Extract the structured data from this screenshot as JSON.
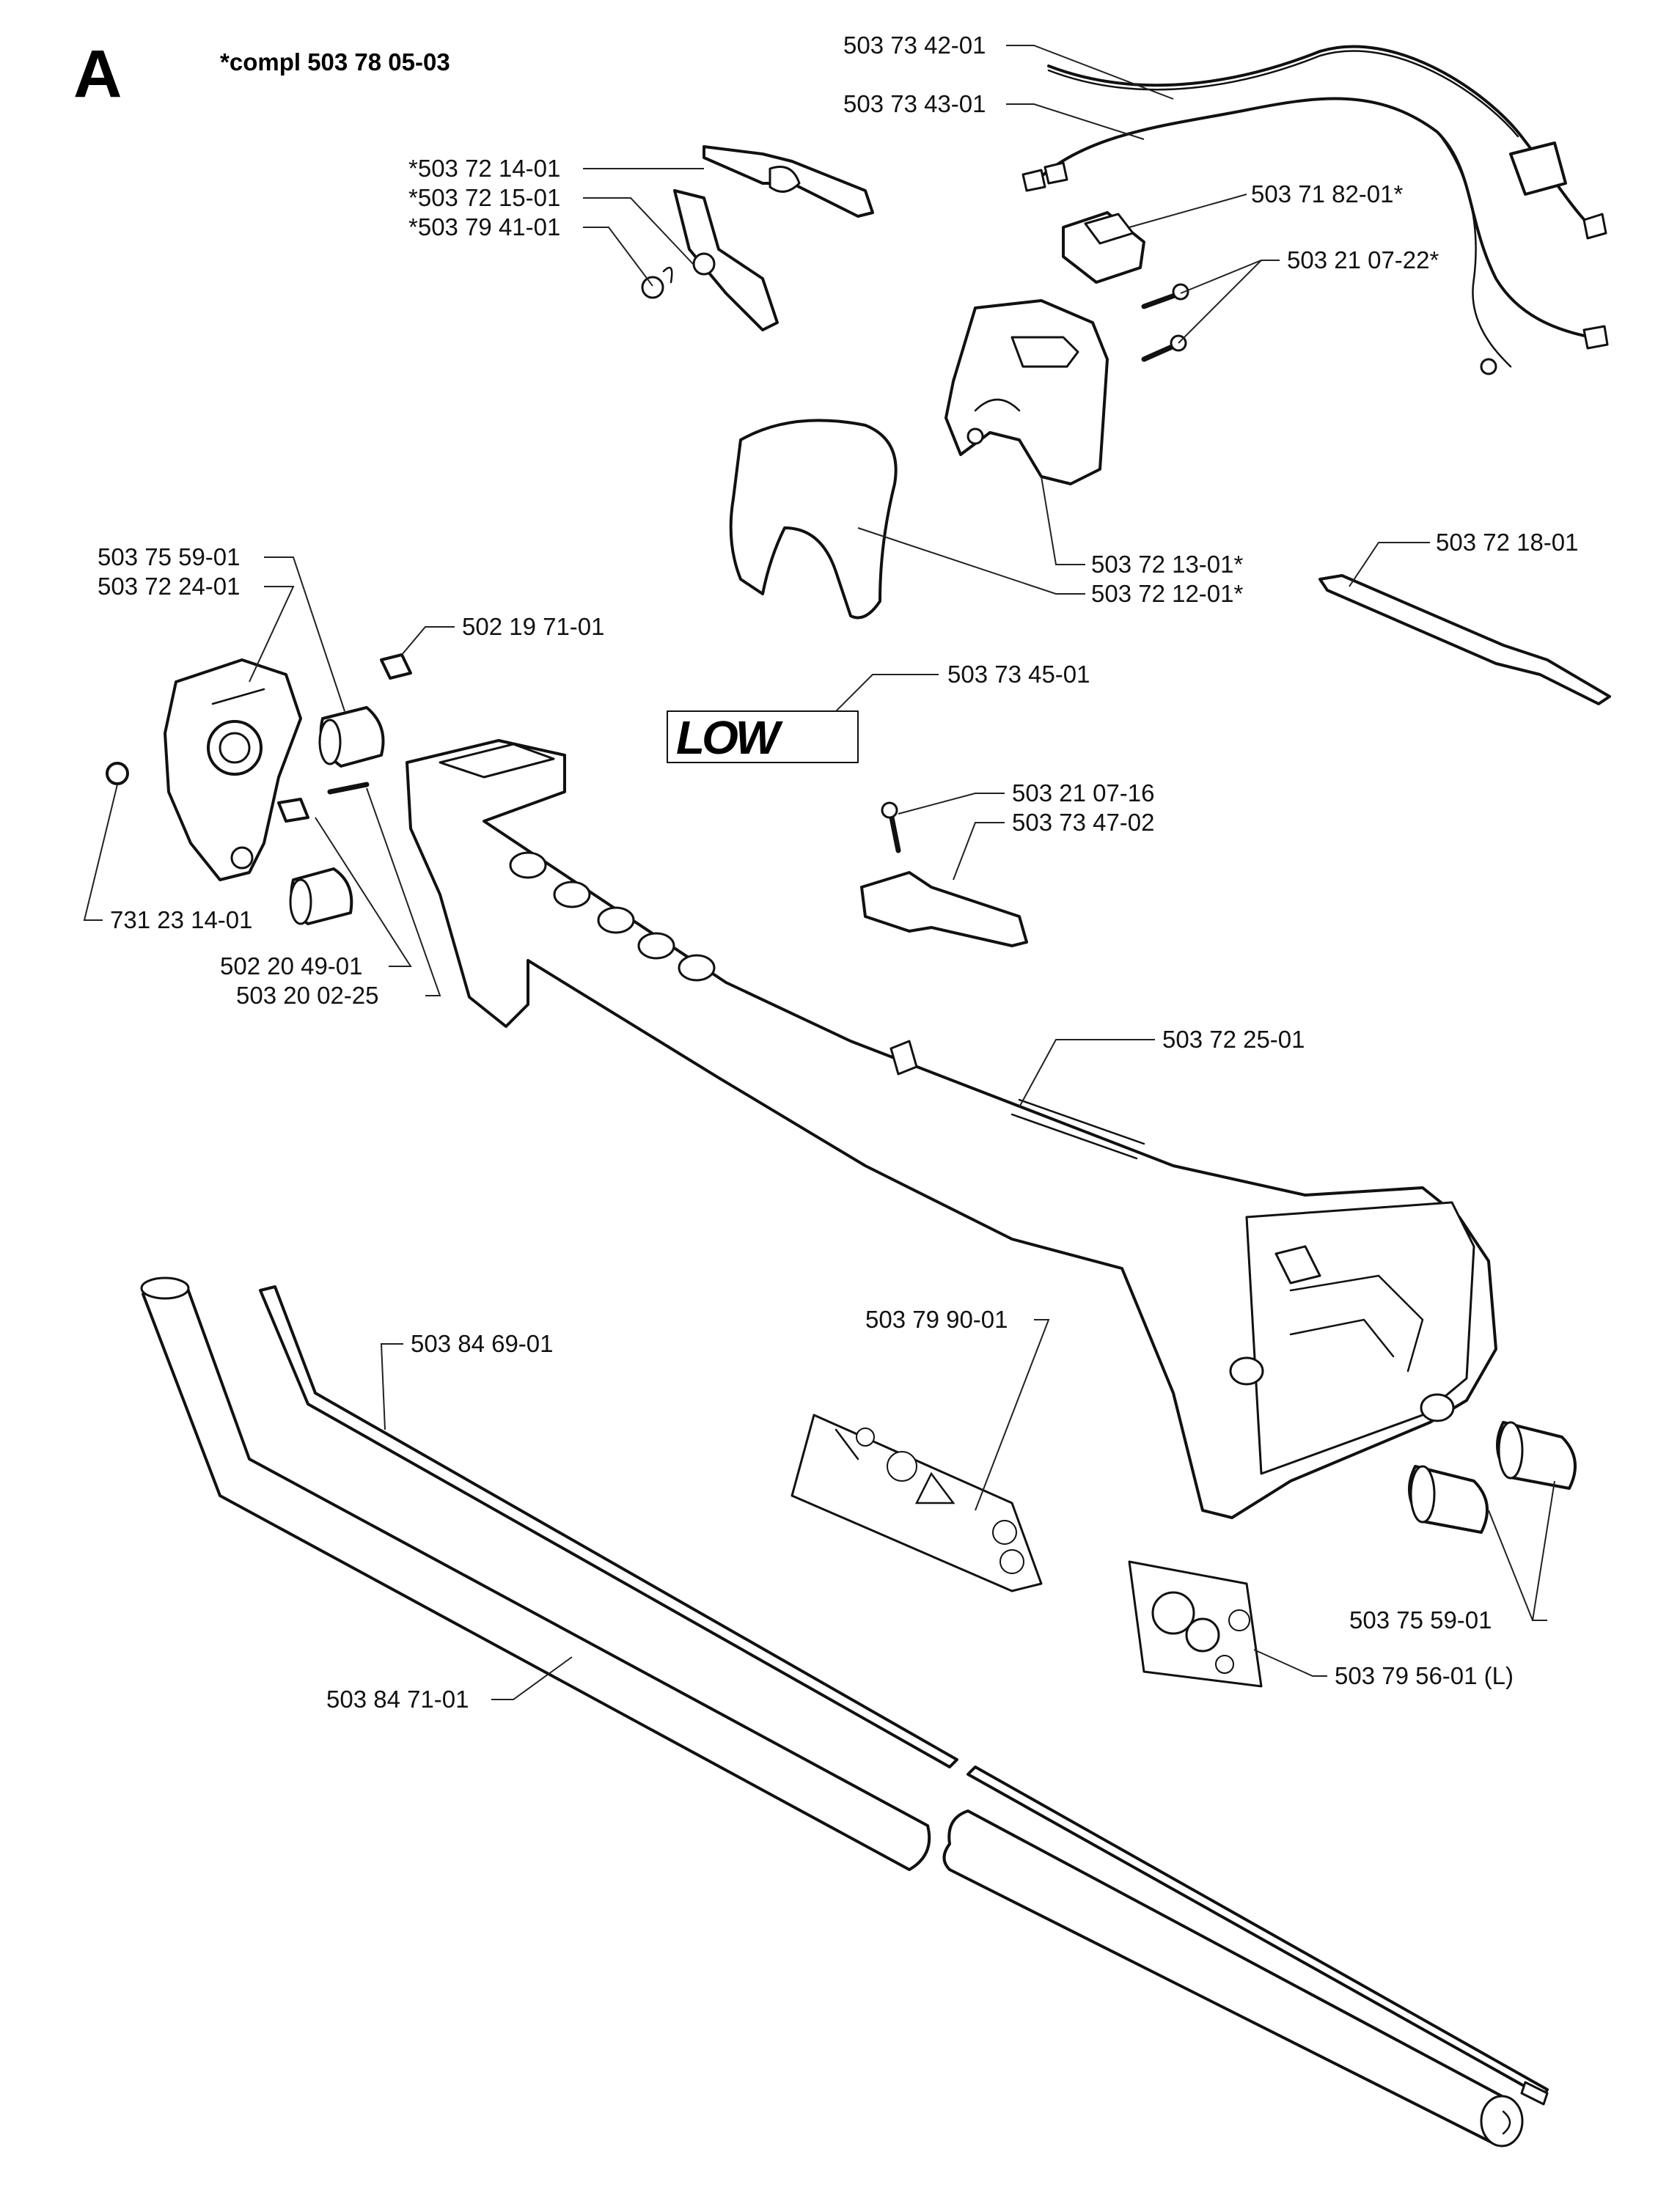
{
  "header": {
    "section_letter": "A",
    "complete_ref": "*compl 503 78 05-03"
  },
  "logo_text": "LOW",
  "labels": {
    "p_503734201": "503 73 42-01",
    "p_503734301": "503 73 43-01",
    "p_503721401": "*503 72 14-01",
    "p_503721501": "*503 72 15-01",
    "p_503794101": "*503 79 41-01",
    "p_503718201": "503 71 82-01*",
    "p_503210722": "503 21 07-22*",
    "p_503721301": "503 72 13-01*",
    "p_503721201": "503 72 12-01*",
    "p_503721801": "503 72 18-01",
    "p_503755901_top": "503 75 59-01",
    "p_503722401": "503 72 24-01",
    "p_502197101": "502 19 71-01",
    "p_503734501": "503 73 45-01",
    "p_503210716": "503 21 07-16",
    "p_503734702": "503 73 47-02",
    "p_731231401": "731 23 14-01",
    "p_502204901": "502 20 49-01",
    "p_503200225": "503 20 02-25",
    "p_503722501": "503 72 25-01",
    "p_503846901": "503 84 69-01",
    "p_503799001": "503 79 90-01",
    "p_503755901_bottom": "503 75 59-01",
    "p_503795601": "503 79 56-01 (L)",
    "p_503847101": "503 84 71-01"
  }
}
